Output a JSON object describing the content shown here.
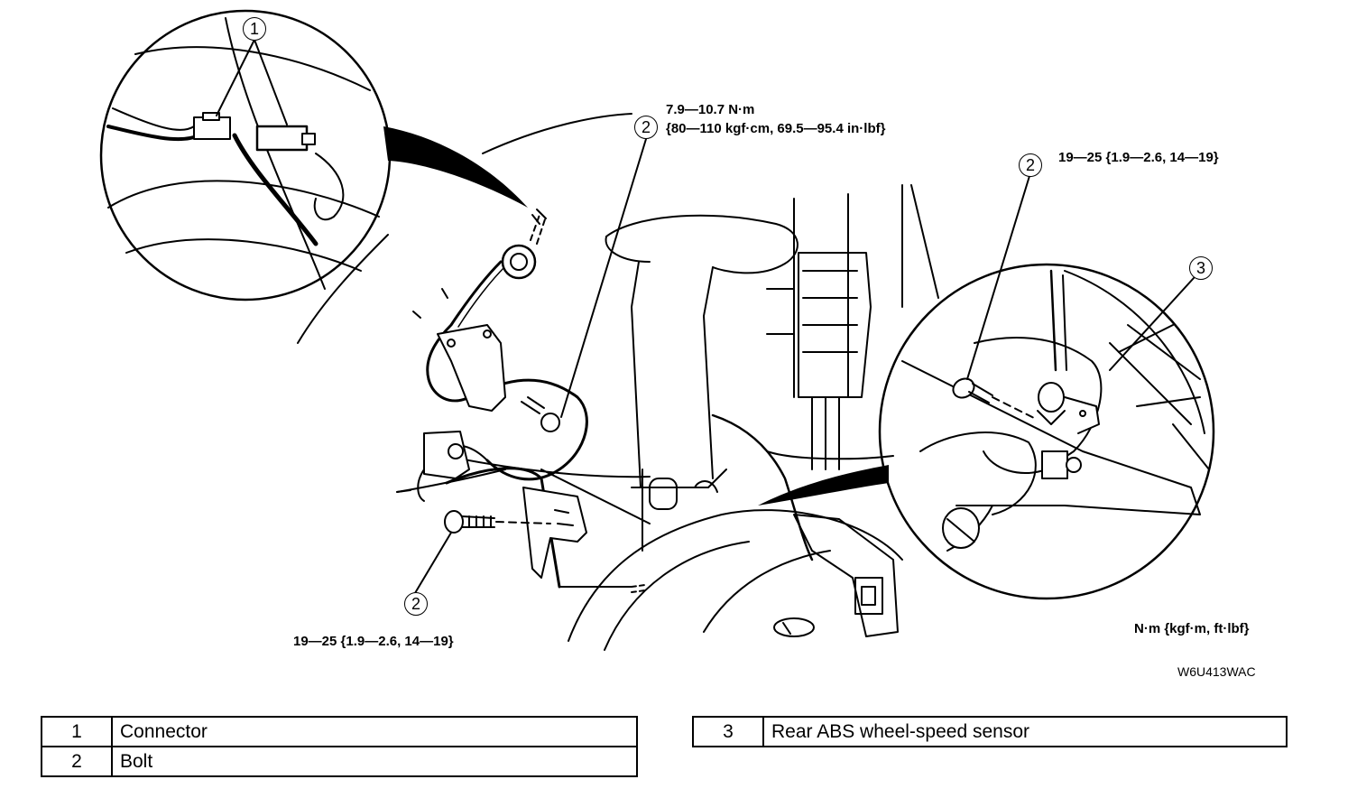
{
  "callouts": {
    "c1": "1",
    "c2_top": "2",
    "c2_bottom": "2",
    "c2_right": "2",
    "c3": "3"
  },
  "torque": {
    "top_line1": "7.9—10.7 N·m",
    "top_line2": "{80—110 kgf·cm, 69.5—95.4 in·lbf}",
    "right": "19—25 {1.9—2.6, 14—19}",
    "bottom": "19—25 {1.9—2.6, 14—19}",
    "units": "N·m {kgf·m, ft·lbf}"
  },
  "figure_code": "W6U413WAC",
  "legend_left": [
    {
      "num": "1",
      "name": "Connector"
    },
    {
      "num": "2",
      "name": "Bolt"
    }
  ],
  "legend_right": [
    {
      "num": "3",
      "name": "Rear ABS wheel-speed sensor"
    }
  ]
}
